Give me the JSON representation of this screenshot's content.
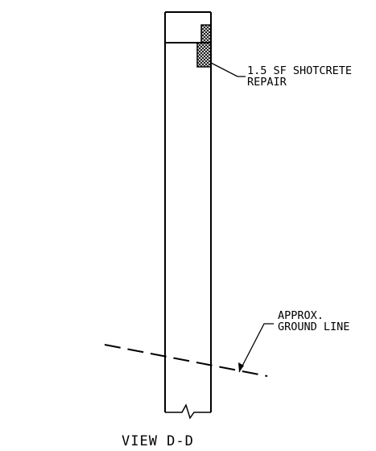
{
  "drawing": {
    "line_color": "#000000",
    "background_color": "#ffffff",
    "hatch_pattern": "crosshatch",
    "labels": {
      "repair_line1": "1.5 SF SHOTCRETE",
      "repair_line2": "REPAIR",
      "ground_line1": "APPROX.",
      "ground_line2": "GROUND LINE",
      "view_title": "VIEW D-D"
    }
  }
}
